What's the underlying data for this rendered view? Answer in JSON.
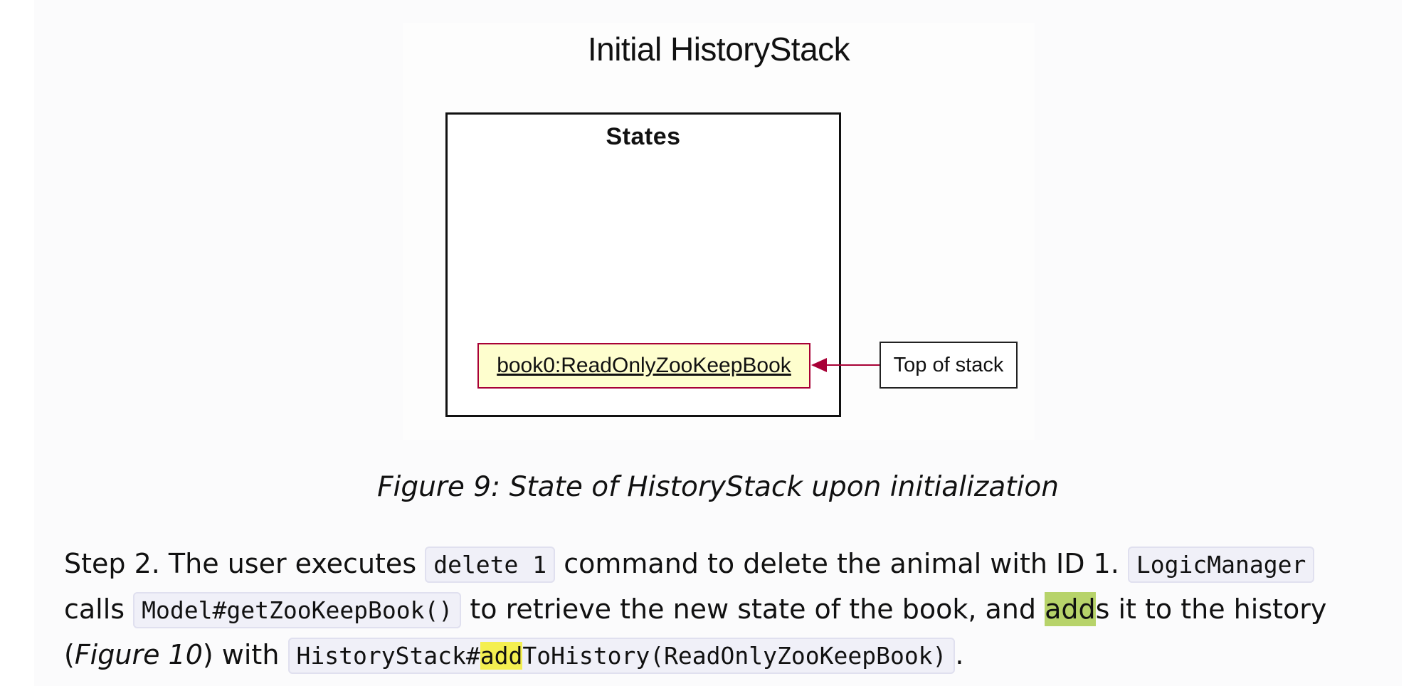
{
  "diagram": {
    "title": "Initial HistoryStack",
    "frame_label": "States",
    "object_label": "book0:ReadOnlyZooKeepBook",
    "note_label": "Top of stack"
  },
  "caption": "Figure 9: State of HistoryStack upon initialization",
  "paragraph": {
    "l1_text_a": "Step 2. The user executes ",
    "l1_code_a": "delete 1",
    "l1_text_b": " command to delete the animal with ID 1. ",
    "l1_code_b": "LogicManager",
    "l2_text_a": "calls ",
    "l2_code_a": "Model#getZooKeepBook()",
    "l2_text_b": " to retrieve the new state of the book, and ",
    "l2_highlight": "add",
    "l2_text_c": "s it to the history",
    "l3_text_a": "(",
    "l3_italic": "Figure 10",
    "l3_text_b": ") with ",
    "l3_code_pre": "HistoryStack#",
    "l3_code_highlight": "add",
    "l3_code_post": "ToHistory(ReadOnlyZooKeepBook)",
    "l3_text_c": "."
  },
  "colors": {
    "object_fill": "#fefece",
    "object_border": "#a80036",
    "arrow": "#a80036",
    "code_bg": "#f0f0f8",
    "highlight_green": "#b7d36a",
    "highlight_yellow": "#f4ef50"
  }
}
